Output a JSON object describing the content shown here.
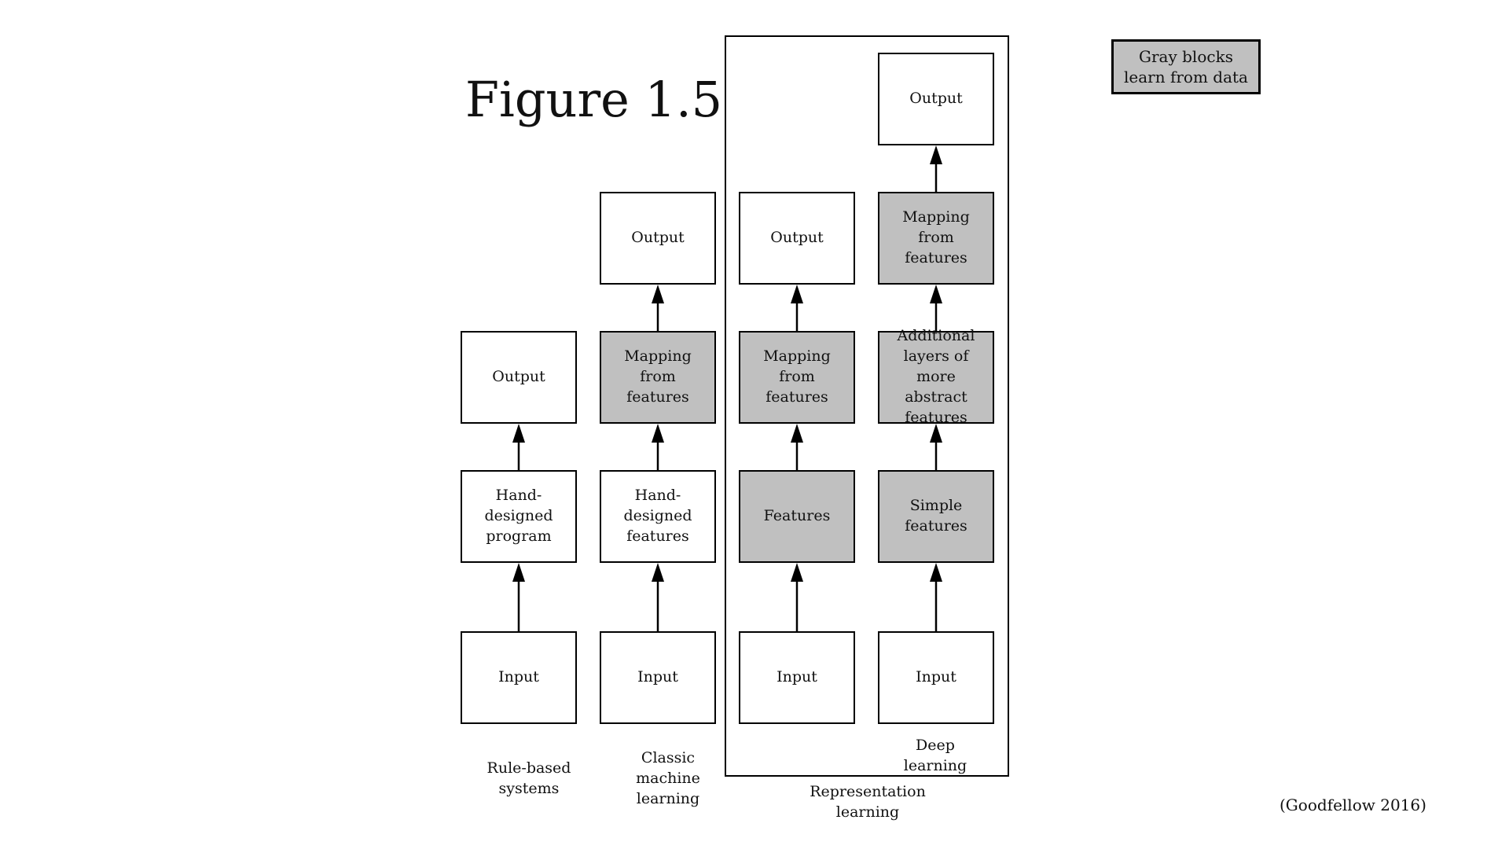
{
  "figure_title": "Figure 1.5",
  "legend": "Gray blocks learn from data",
  "citation": "(Goodfellow 2016)",
  "colors": {
    "gray_block": "#c0c0c0",
    "white_block": "#ffffff",
    "stroke": "#000000"
  },
  "columns": [
    {
      "label": "Rule-based\nsystems",
      "blocks": [
        {
          "text": "Input",
          "learned": false
        },
        {
          "text": "Hand-\ndesigned\nprogram",
          "learned": false
        },
        {
          "text": "Output",
          "learned": false
        }
      ]
    },
    {
      "label": "Classic\nmachine\nlearning",
      "blocks": [
        {
          "text": "Input",
          "learned": false
        },
        {
          "text": "Hand-\ndesigned\nfeatures",
          "learned": false
        },
        {
          "text": "Mapping from\nfeatures",
          "learned": true
        },
        {
          "text": "Output",
          "learned": false
        }
      ]
    },
    {
      "label": "",
      "blocks": [
        {
          "text": "Input",
          "learned": false
        },
        {
          "text": "Features",
          "learned": true
        },
        {
          "text": "Mapping from\nfeatures",
          "learned": true
        },
        {
          "text": "Output",
          "learned": false
        }
      ]
    },
    {
      "label": "Deep\nlearning",
      "blocks": [
        {
          "text": "Input",
          "learned": false
        },
        {
          "text": "Simple\nfeatures",
          "learned": true
        },
        {
          "text": "Additional\nlayers of more\nabstract\nfeatures",
          "learned": true
        },
        {
          "text": "Mapping from\nfeatures",
          "learned": true
        },
        {
          "text": "Output",
          "learned": false
        }
      ]
    }
  ],
  "group_label": "Representation\nlearning"
}
